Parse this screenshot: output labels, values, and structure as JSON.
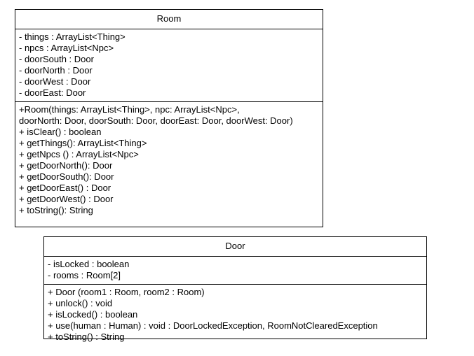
{
  "diagram": {
    "type": "uml-class-diagram",
    "classes": [
      {
        "name": "Room",
        "attributes": [
          "- things : ArrayList<Thing>",
          "- npcs : ArrayList<Npc>",
          "- doorSouth : Door",
          "- doorNorth : Door",
          "- doorWest : Door",
          "- doorEast: Door"
        ],
        "methods": [
          "+Room(things: ArrayList<Thing>, npc: ArrayList<Npc>,",
          "doorNorth: Door, doorSouth: Door, doorEast: Door, doorWest: Door)",
          "+ isClear() : boolean",
          "+ getThings(): ArrayList<Thing>",
          "+ getNpcs () : ArrayList<Npc>",
          "+ getDoorNorth(): Door",
          "+ getDoorSouth(): Door",
          "+ getDoorEast() : Door",
          "+ getDoorWest() : Door",
          "+ toString(): String"
        ]
      },
      {
        "name": "Door",
        "attributes": [
          "- isLocked : boolean",
          "- rooms : Room[2]"
        ],
        "methods": [
          "+ Door (room1 : Room, room2 : Room)",
          "+ unlock() : void",
          "+ isLocked() : boolean",
          "+ use(human : Human) : void : DoorLockedException, RoomNotClearedException",
          "+ toString() : String"
        ]
      }
    ]
  },
  "colors": {
    "background": "#ffffff",
    "border": "#000000",
    "text": "#000000"
  }
}
